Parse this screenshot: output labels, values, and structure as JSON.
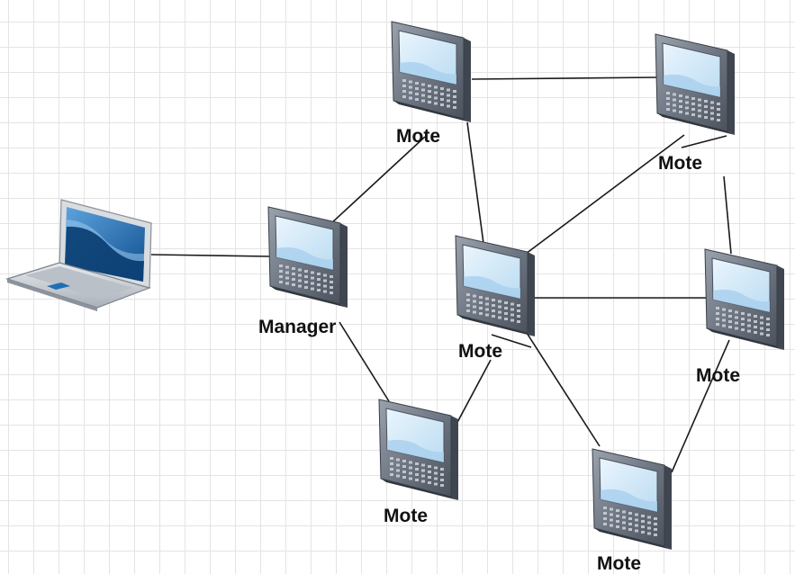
{
  "nodes": {
    "manager": {
      "label": "Manager",
      "icon": "pda-device-icon"
    },
    "mote_top": {
      "label": "Mote",
      "icon": "pda-device-icon"
    },
    "mote_top_right": {
      "label": "Mote",
      "icon": "pda-device-icon"
    },
    "mote_center": {
      "label": "Mote",
      "icon": "pda-device-icon"
    },
    "mote_right": {
      "label": "Mote",
      "icon": "pda-device-icon"
    },
    "mote_bottom_left": {
      "label": "Mote",
      "icon": "pda-device-icon"
    },
    "mote_bottom_right": {
      "label": "Mote",
      "icon": "pda-device-icon"
    },
    "laptop": {
      "label": "",
      "icon": "laptop-icon"
    }
  },
  "edges": [
    [
      "laptop",
      "manager"
    ],
    [
      "manager",
      "mote_top"
    ],
    [
      "manager",
      "mote_bottom_left"
    ],
    [
      "mote_top",
      "mote_top_right"
    ],
    [
      "mote_top",
      "mote_center"
    ],
    [
      "mote_center",
      "mote_top_right"
    ],
    [
      "mote_top_right",
      "mote_right"
    ],
    [
      "mote_center",
      "mote_right"
    ],
    [
      "mote_center",
      "mote_bottom_left"
    ],
    [
      "mote_center",
      "mote_bottom_right"
    ],
    [
      "mote_right",
      "mote_bottom_right"
    ]
  ],
  "colors": {
    "device_body": "#6f7784",
    "device_dark": "#3f4650",
    "screen": "#cfe6f6",
    "laptop_screen": "#1f6fb5",
    "grid": "#e4e4e4",
    "line": "#1a1a1a"
  }
}
